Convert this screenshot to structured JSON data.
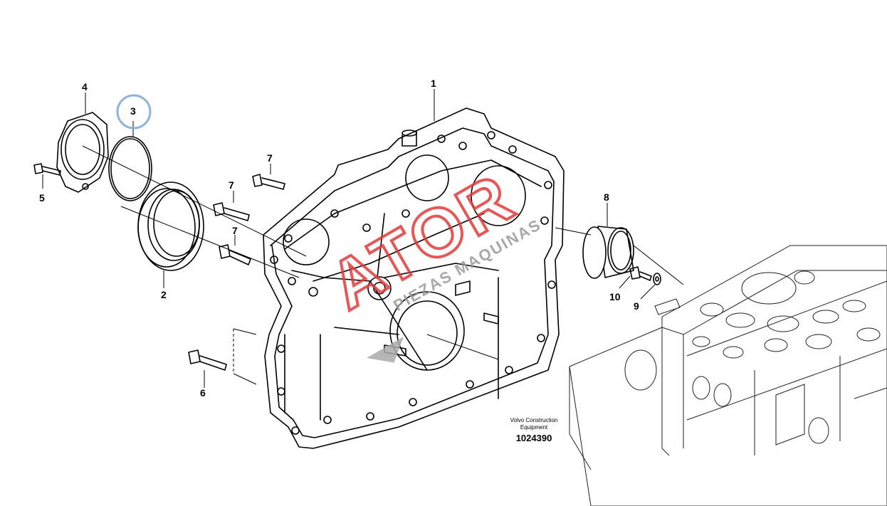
{
  "diagram": {
    "callouts": [
      {
        "id": "c1",
        "label": "1"
      },
      {
        "id": "c2",
        "label": "2"
      },
      {
        "id": "c3",
        "label": "3",
        "highlighted": true
      },
      {
        "id": "c4",
        "label": "4"
      },
      {
        "id": "c5",
        "label": "5"
      },
      {
        "id": "c6",
        "label": "6"
      },
      {
        "id": "c7a",
        "label": "7"
      },
      {
        "id": "c7b",
        "label": "7"
      },
      {
        "id": "c7c",
        "label": "7"
      },
      {
        "id": "c8",
        "label": "8"
      },
      {
        "id": "c9",
        "label": "9"
      },
      {
        "id": "c10",
        "label": "10"
      }
    ],
    "credit_line1": "Volvo Construction",
    "credit_line2": "Equipment",
    "doc_number": "1024390",
    "watermark": "ATOR PIEZAS MAQUINAS",
    "highlight_color": "#8fb3d9",
    "watermark_color": "#e23a3a"
  }
}
